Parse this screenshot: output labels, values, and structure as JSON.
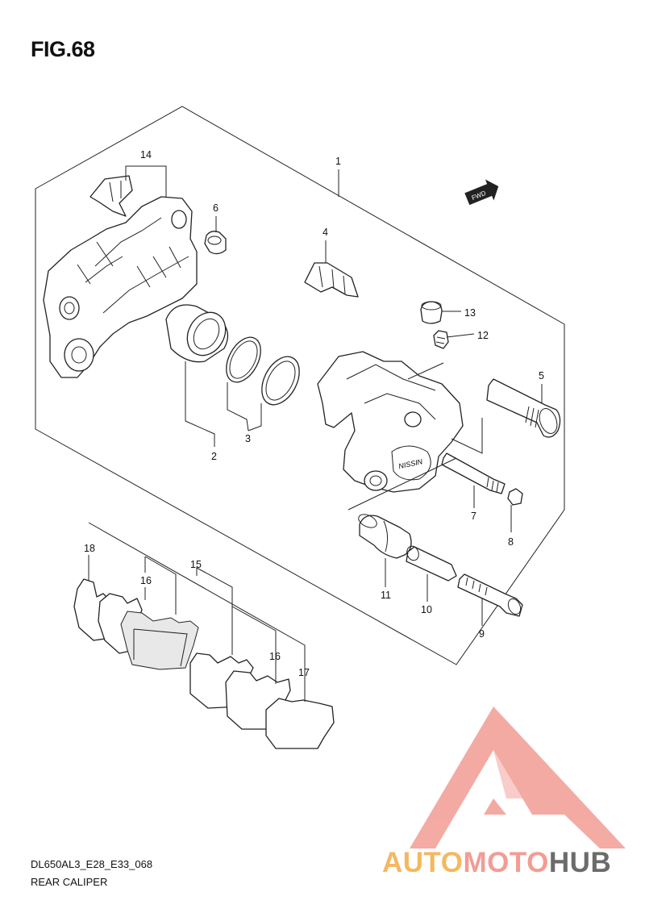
{
  "figure": {
    "title": "FIG.68",
    "code": "DL650AL3_E28_E33_068",
    "name": "REAR CALIPER"
  },
  "fwd_label": "FWD",
  "caliper_mark": "NISSIN",
  "callouts": [
    {
      "id": "c1",
      "label": "1"
    },
    {
      "id": "c2",
      "label": "2"
    },
    {
      "id": "c3",
      "label": "3"
    },
    {
      "id": "c4",
      "label": "4"
    },
    {
      "id": "c5",
      "label": "5"
    },
    {
      "id": "c6",
      "label": "6"
    },
    {
      "id": "c7",
      "label": "7"
    },
    {
      "id": "c8",
      "label": "8"
    },
    {
      "id": "c9",
      "label": "9"
    },
    {
      "id": "c10",
      "label": "10"
    },
    {
      "id": "c11",
      "label": "11"
    },
    {
      "id": "c12",
      "label": "12"
    },
    {
      "id": "c13",
      "label": "13"
    },
    {
      "id": "c14",
      "label": "14"
    },
    {
      "id": "c15",
      "label": "15"
    },
    {
      "id": "c16a",
      "label": "16"
    },
    {
      "id": "c16b",
      "label": "16"
    },
    {
      "id": "c17",
      "label": "17"
    },
    {
      "id": "c18",
      "label": "18"
    }
  ],
  "watermark": {
    "word1": "AUTO",
    "word2": "MOTO",
    "word3": "HUB",
    "colors": {
      "word1": "#f4b860",
      "word2": "#f29c94",
      "word3": "#6b6b6b",
      "logo": "#f29c94"
    }
  }
}
